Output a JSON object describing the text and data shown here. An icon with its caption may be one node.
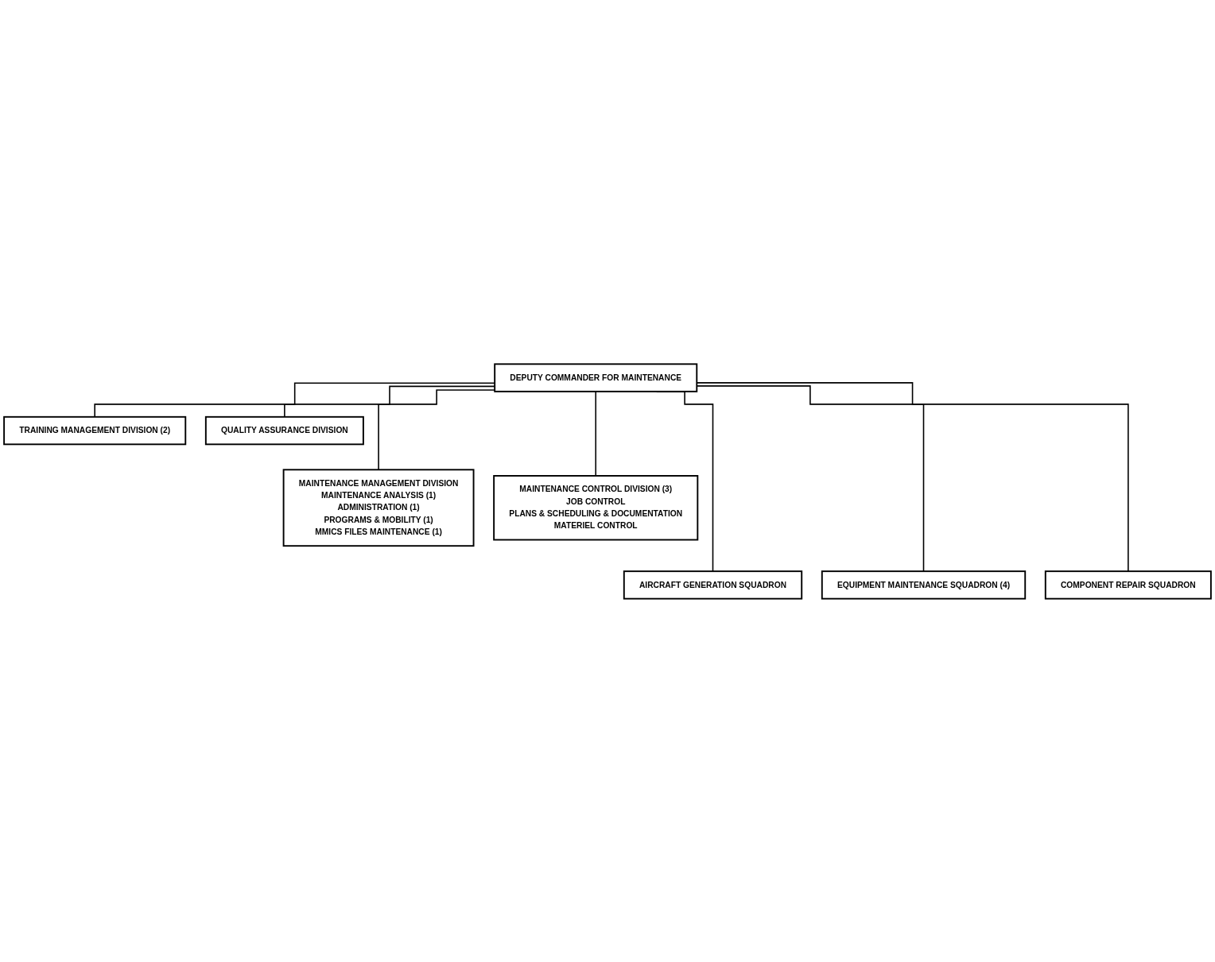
{
  "diagram": {
    "nodes": [
      {
        "text": [
          "DEPUTY COMMANDER FOR MAINTENANCE"
        ]
      },
      {
        "text": [
          "TRAINING MANAGEMENT DIVISION (2)"
        ]
      },
      {
        "text": [
          "QUALITY ASSURANCE DIVISION"
        ]
      },
      {
        "text": [
          "MAINTENANCE MANAGEMENT DIVISION",
          "MAINTENANCE ANALYSIS (1)",
          "ADMINISTRATION (1)",
          "PROGRAMS & MOBILITY (1)",
          "MMICS FILES MAINTENANCE (1)"
        ]
      },
      {
        "text": [
          "MAINTENANCE CONTROL DIVISION (3)",
          "JOB CONTROL",
          "PLANS & SCHEDULING & DOCUMENTATION",
          "MATERIEL CONTROL"
        ]
      },
      {
        "text": [
          "AIRCRAFT GENERATION SQUADRON"
        ]
      },
      {
        "text": [
          "EQUIPMENT MAINTENANCE SQUADRON (4)"
        ]
      },
      {
        "text": [
          "COMPONENT REPAIR SQUADRON"
        ]
      }
    ],
    "edges": [
      {
        "from": 0,
        "to": 1,
        "arrow": "none"
      },
      {
        "from": 0,
        "to": 2,
        "arrow": "none"
      },
      {
        "from": 0,
        "to": 3,
        "arrow": "none"
      },
      {
        "from": 0,
        "to": 4,
        "arrow": "none"
      },
      {
        "from": 0,
        "to": 5,
        "arrow": "none"
      },
      {
        "from": 0,
        "to": 6,
        "arrow": "none"
      },
      {
        "from": 0,
        "to": 7,
        "arrow": "none"
      }
    ]
  }
}
